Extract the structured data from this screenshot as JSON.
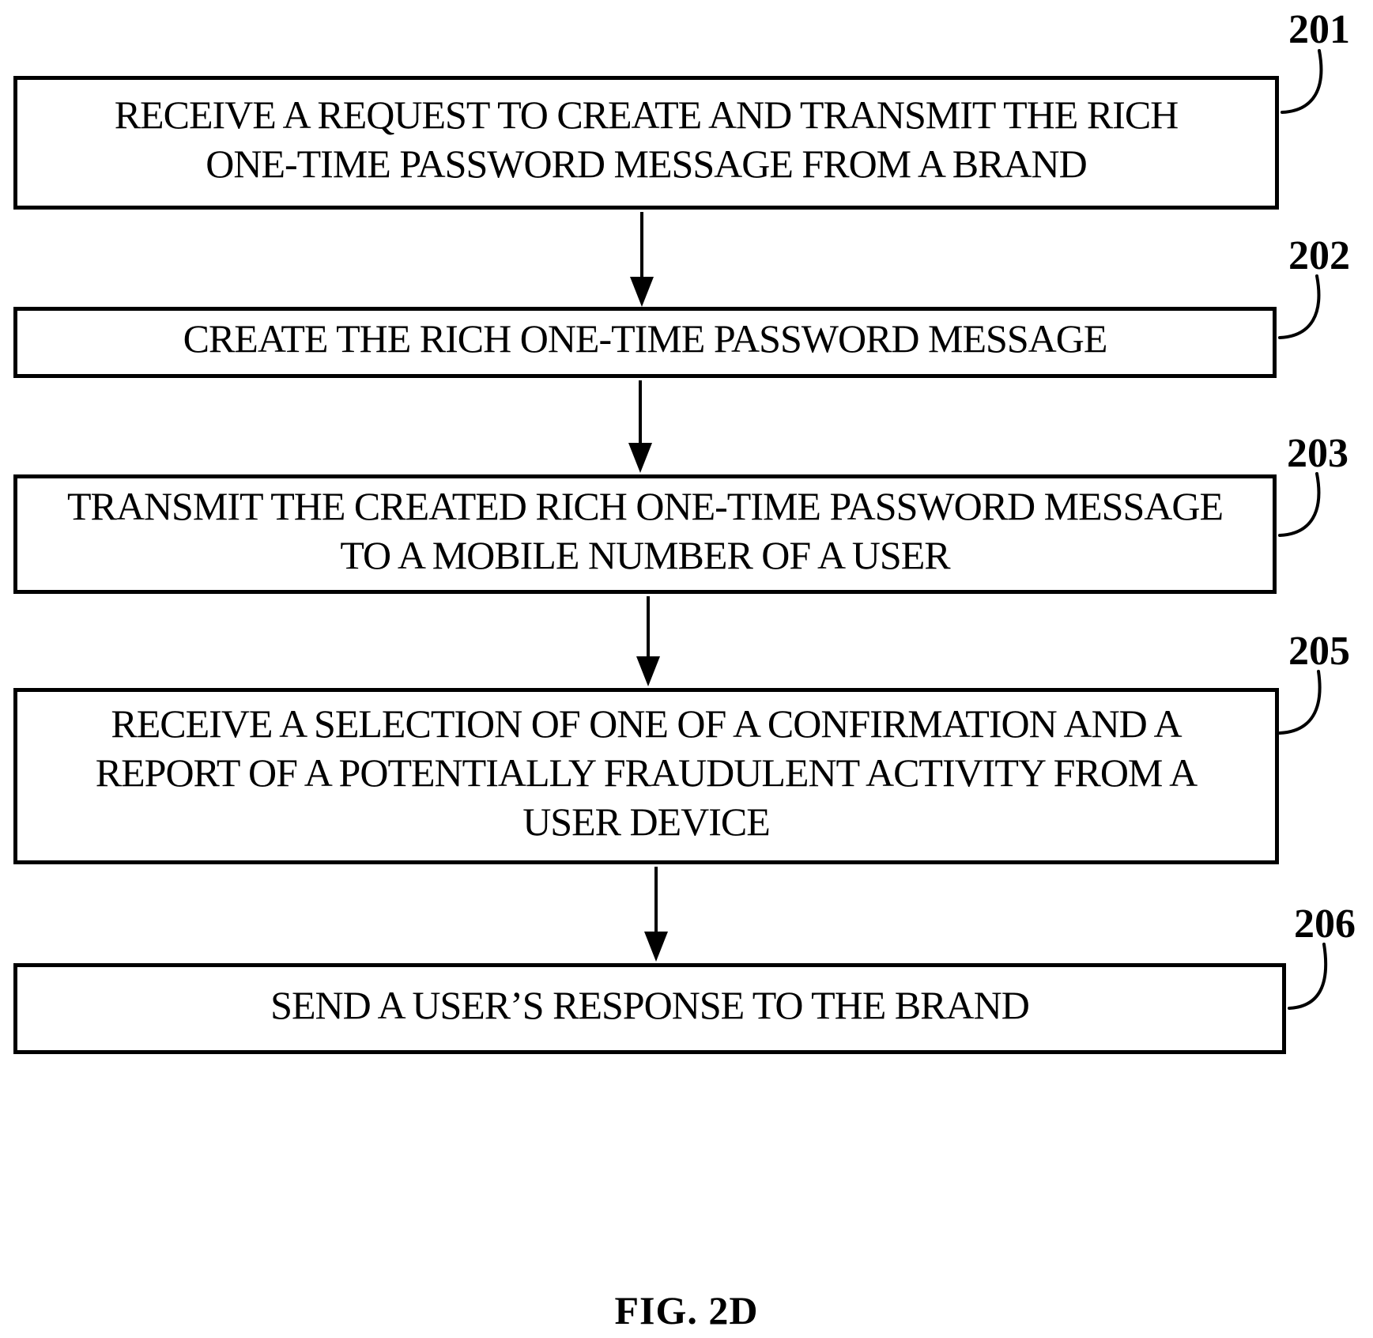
{
  "figure": {
    "caption": "FIG. 2D"
  },
  "steps": [
    {
      "ref": "201",
      "lines": [
        "RECEIVE A REQUEST TO CREATE AND TRANSMIT THE RICH",
        "ONE-TIME PASSWORD MESSAGE FROM A BRAND"
      ]
    },
    {
      "ref": "202",
      "lines": [
        "CREATE THE RICH ONE-TIME PASSWORD MESSAGE"
      ]
    },
    {
      "ref": "203",
      "lines": [
        "TRANSMIT THE CREATED RICH ONE-TIME PASSWORD MESSAGE",
        "TO A MOBILE NUMBER OF A USER"
      ]
    },
    {
      "ref": "205",
      "lines": [
        "RECEIVE A SELECTION OF ONE OF A CONFIRMATION AND A",
        "REPORT OF A POTENTIALLY FRAUDULENT ACTIVITY FROM A",
        "USER DEVICE"
      ]
    },
    {
      "ref": "206",
      "lines": [
        "SEND A USER’S RESPONSE TO THE BRAND"
      ]
    }
  ],
  "colors": {
    "ink": "#000000",
    "paper": "#ffffff"
  }
}
